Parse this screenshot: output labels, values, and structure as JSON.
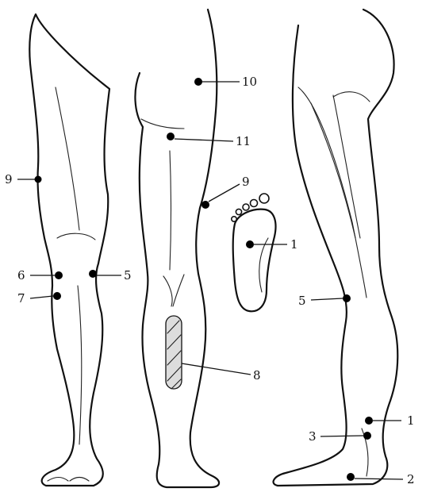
{
  "figure": {
    "views": [
      {
        "id": "front-view",
        "points": [
          {
            "label": "9"
          },
          {
            "label": "6"
          },
          {
            "label": "5"
          },
          {
            "label": "7"
          }
        ]
      },
      {
        "id": "back-view",
        "points": [
          {
            "label": "10"
          },
          {
            "label": "11"
          },
          {
            "label": "9"
          },
          {
            "label": "8"
          }
        ]
      },
      {
        "id": "sole-view",
        "points": [
          {
            "label": "1"
          }
        ]
      },
      {
        "id": "side-view",
        "points": [
          {
            "label": "5"
          },
          {
            "label": "1"
          },
          {
            "label": "3"
          },
          {
            "label": "2"
          }
        ]
      }
    ]
  }
}
